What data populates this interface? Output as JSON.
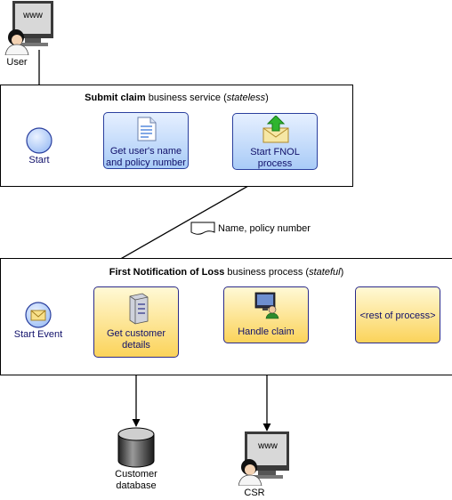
{
  "user": {
    "screen_text": "www",
    "label": "User"
  },
  "csr": {
    "screen_text": "www",
    "label": "CSR"
  },
  "pool_submit": {
    "title_bold": "Submit claim",
    "title_normal": " business service (",
    "title_italic": "stateless",
    "title_end": ")",
    "start_label": "Start",
    "task1_label_line1": "Get user's name",
    "task1_label_line2": "and policy number",
    "task2_label_line1": "Start FNOL",
    "task2_label_line2": "process"
  },
  "message": {
    "label": "Name, policy number"
  },
  "pool_fnol": {
    "title_bold": "First Notification of Loss",
    "title_normal": " business process (",
    "title_italic": "stateful",
    "title_end": ")",
    "start_label": "Start Event",
    "task1_label_line1": "Get customer",
    "task1_label_line2": "details",
    "task2_label": "Handle claim",
    "task3_label": "<rest of process>"
  },
  "database": {
    "label_line1": "Customer",
    "label_line2": "database"
  },
  "colors": {
    "flow": "#1a1a7a",
    "task_blue": "#a9cbf7",
    "task_yellow": "#fbd35a",
    "start_event": "#b9d3ff"
  }
}
